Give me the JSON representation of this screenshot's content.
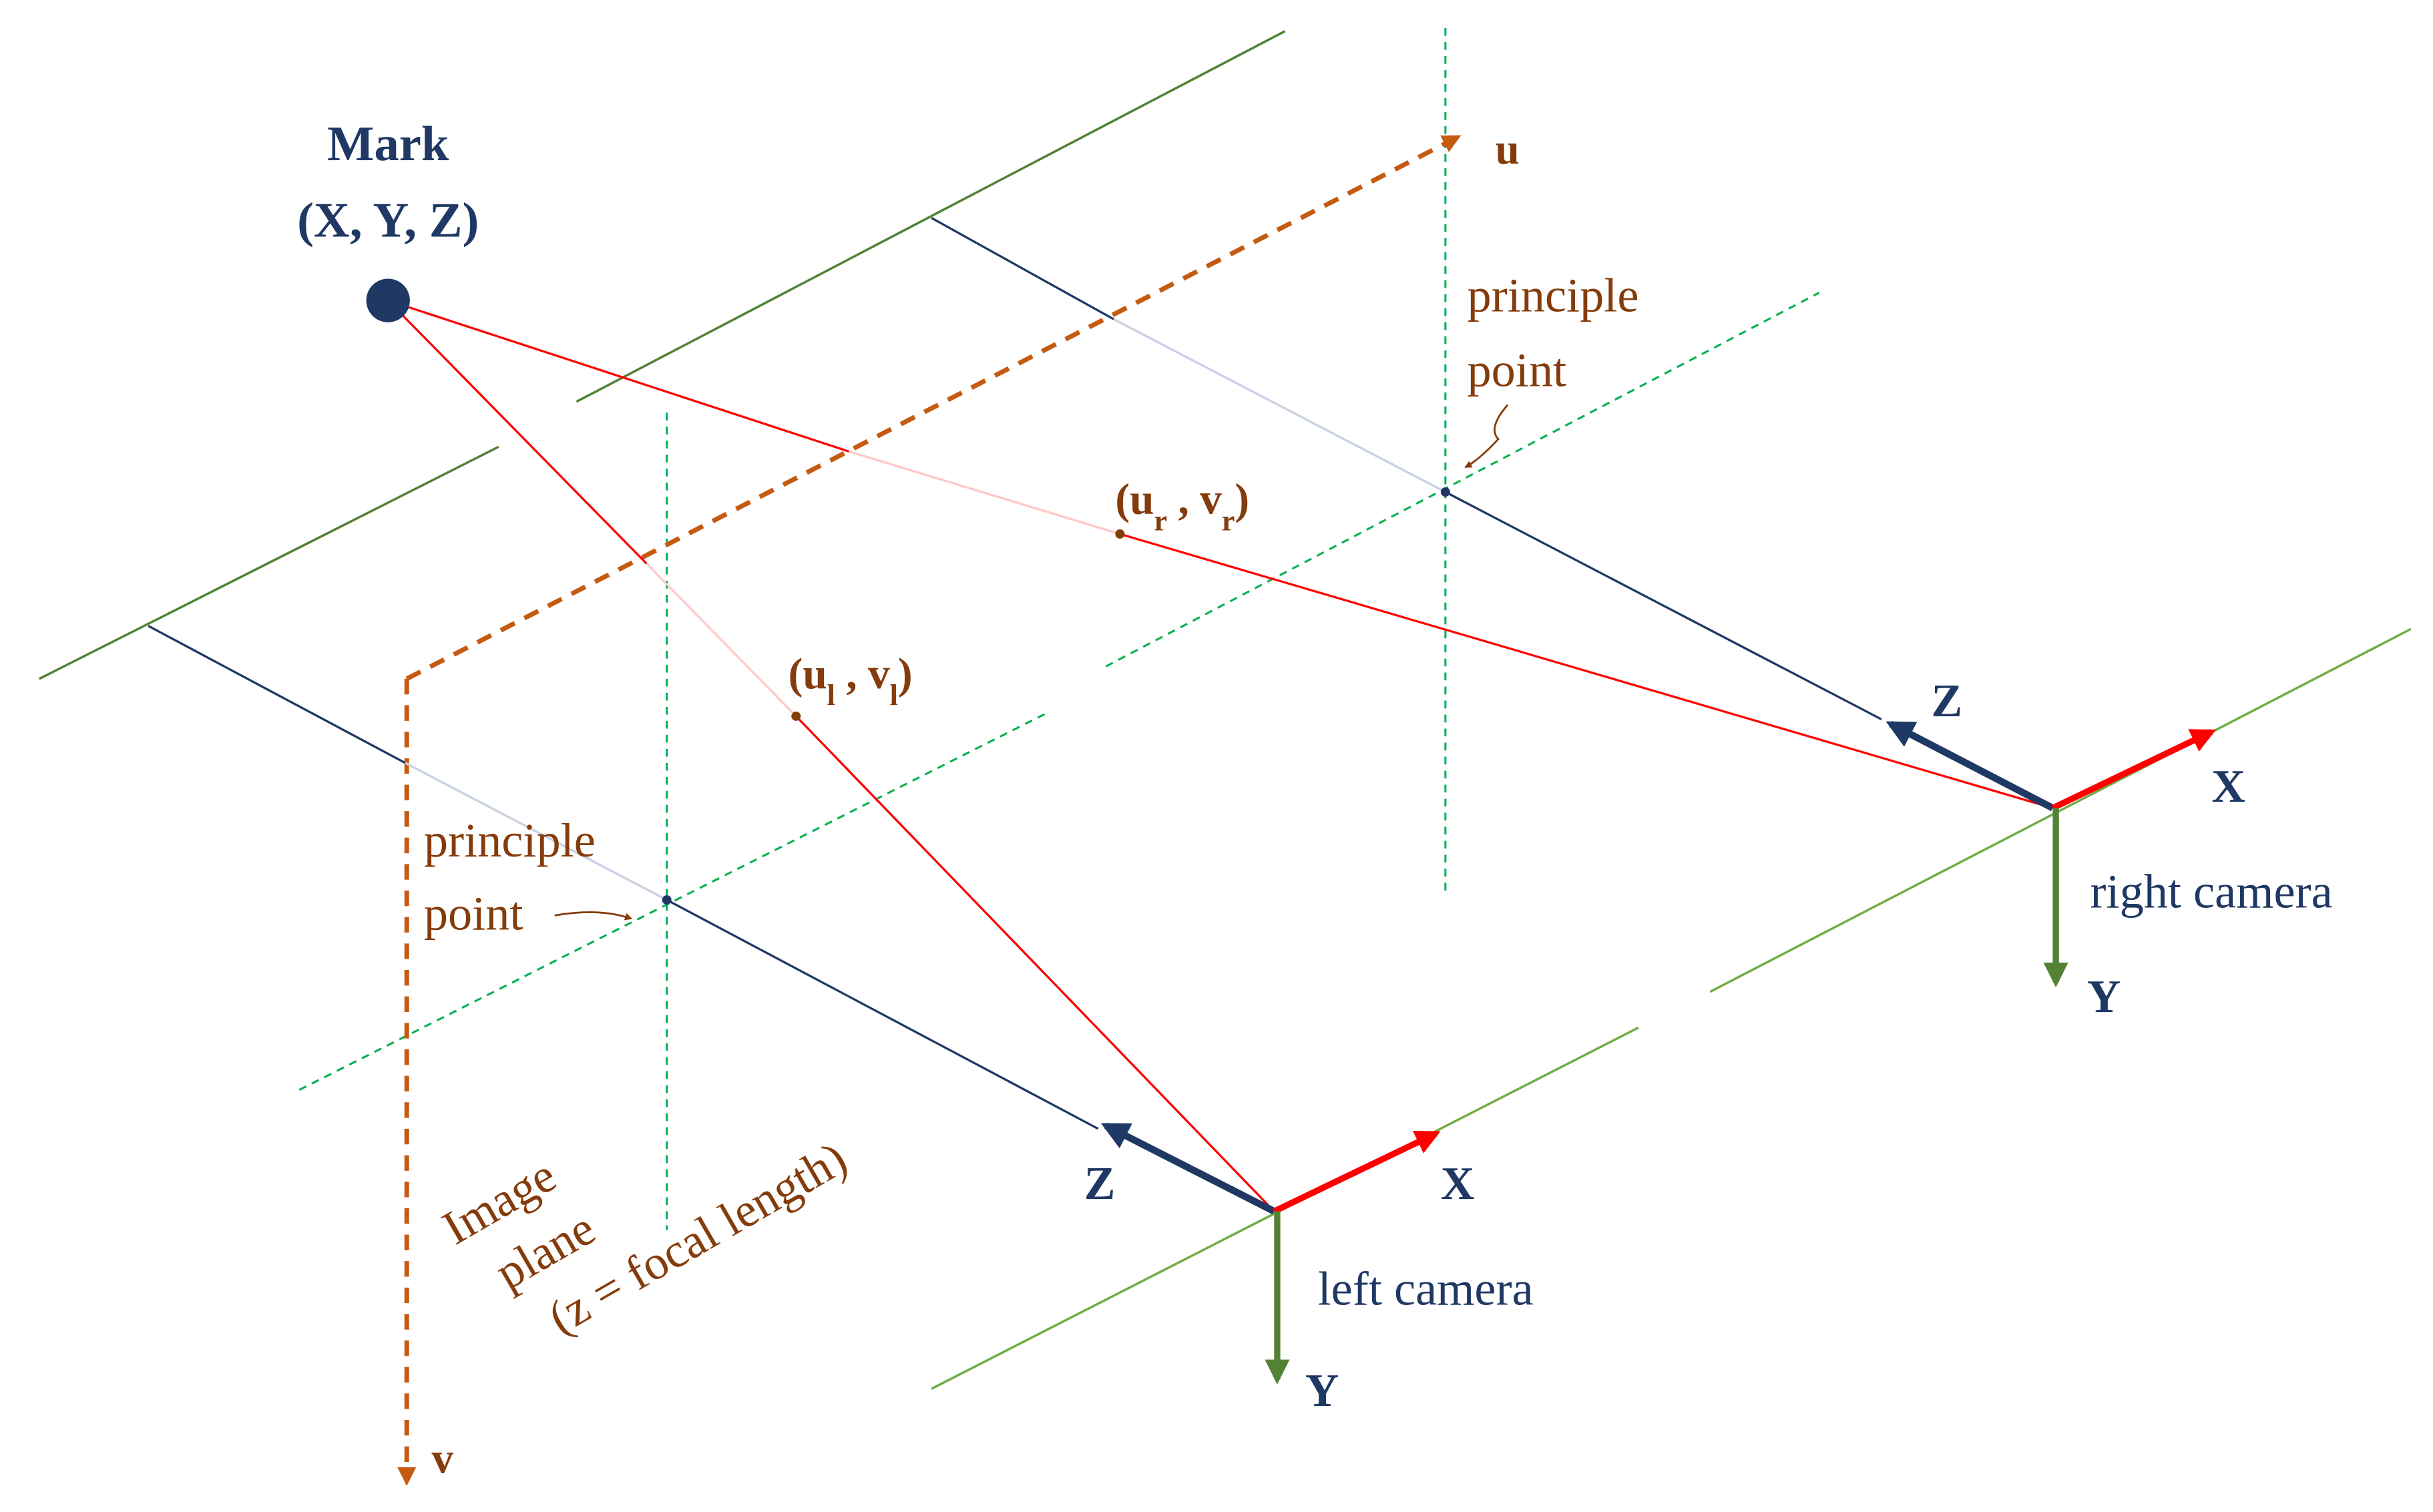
{
  "colors": {
    "navy": "#1f3864",
    "red": "#ff0000",
    "orange": "#c55a11",
    "brown": "#843c0c",
    "green_dark": "#548235",
    "green_light": "#70ad47",
    "green_dashed": "#00b050"
  },
  "mark": {
    "title": "Mark",
    "coords": "(X, Y, Z)"
  },
  "image_axes": {
    "u": "u",
    "v": "v"
  },
  "image_plane": {
    "line1": "Image",
    "line2": "plane",
    "line3": "(z = focal length)"
  },
  "right_principle": {
    "line1": "principle",
    "line2": "point"
  },
  "left_principle": {
    "line1": "principle",
    "line2": "point"
  },
  "right_projection": {
    "open": "(u",
    "sub1": "r",
    "mid": " , v",
    "sub2": "r",
    "close": ")"
  },
  "left_projection": {
    "open": "(u",
    "sub1": "l",
    "mid": " , v",
    "sub2": "l",
    "close": ")"
  },
  "right_camera": {
    "name": "right camera",
    "axis_x": "X",
    "axis_y": "Y",
    "axis_z": "Z"
  },
  "left_camera": {
    "name": "left camera",
    "axis_x": "X",
    "axis_y": "Y",
    "axis_z": "Z"
  }
}
